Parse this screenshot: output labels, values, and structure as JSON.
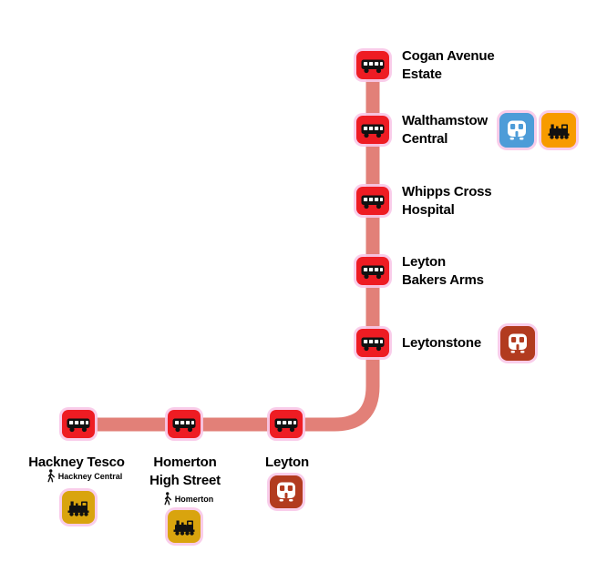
{
  "colors": {
    "route_line": "#e28078",
    "stop_halo": "#f8c8e8",
    "bus_stop_red": "#ee1c23",
    "underground_dark_red": "#b23b1f",
    "interchange_blue": "#4d9cd8",
    "rail_orange": "#f79b00",
    "rail_gold": "#d9a40e"
  },
  "icons": {
    "bus_stop": "bus-icon",
    "train_front": "train-front-icon",
    "rail": "steam-train-icon",
    "walking": "walking-icon"
  },
  "stops": [
    {
      "name": "Cogan Avenue\nEstate"
    },
    {
      "name": "Walthamstow\nCentral"
    },
    {
      "name": "Whipps Cross\nHospital"
    },
    {
      "name": "Leyton\nBakers Arms"
    },
    {
      "name": "Leytonstone"
    },
    {
      "name": "Leyton"
    },
    {
      "name": "Homerton\nHigh Street",
      "interchange_label": "Homerton"
    },
    {
      "name": "Hackney Tesco",
      "interchange_label": "Hackney Central"
    }
  ]
}
